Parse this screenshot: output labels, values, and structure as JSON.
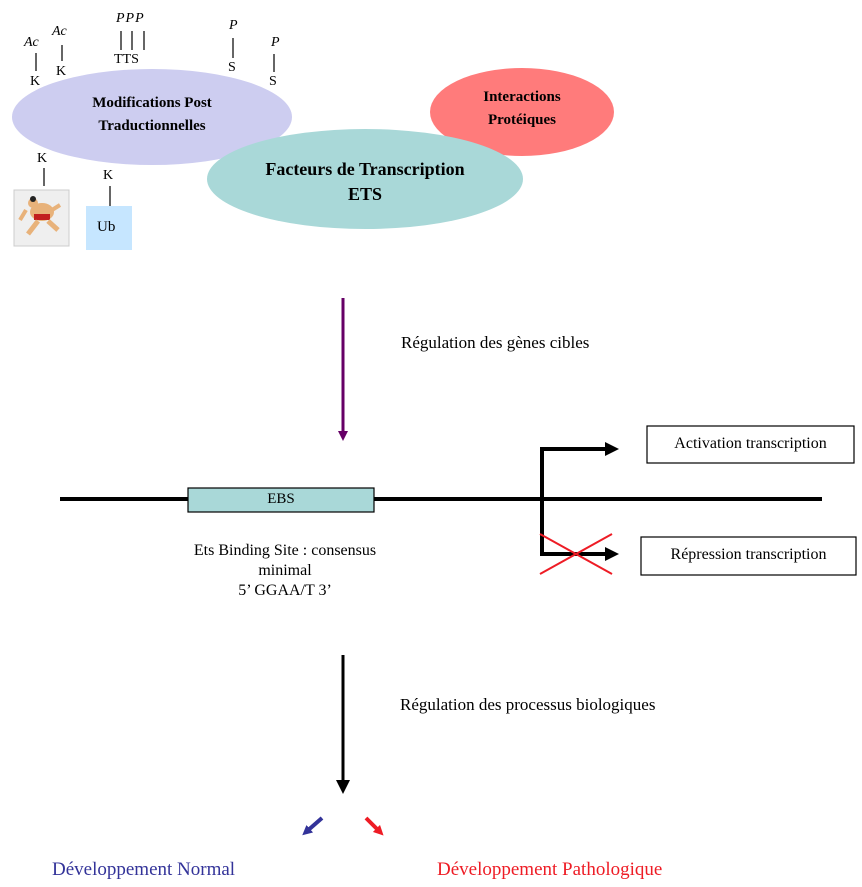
{
  "ptm": {
    "title_line1": "Modifications Post",
    "title_line2": "Traductionnelles",
    "residues": {
      "ac1_mod": "Ac",
      "ac1_res": "K",
      "ac2_mod": "Ac",
      "ac2_res": "K",
      "ppp_mod": "PPP",
      "tts_res": "TTS",
      "p1_mod": "P",
      "p1_res": "S",
      "p2_mod": "P",
      "p2_res": "S",
      "sumo_res": "K",
      "ub_res": "K",
      "ub_label": "Ub"
    }
  },
  "interactions": {
    "line1": "Interactions",
    "line2": "Protéiques"
  },
  "ets_factors": {
    "line1": "Facteurs de Transcription",
    "line2": "ETS"
  },
  "regulation_genes": "Régulation des gènes cibles",
  "ebs": {
    "box_label": "EBS",
    "caption_line1": "Ets Binding Site : consensus",
    "caption_line2": "minimal",
    "caption_line3": "5’ GGAA/T 3’"
  },
  "activation": "Activation transcription",
  "repression": "Répression transcription",
  "regulation_processes": "Régulation des processus biologiques",
  "outcomes": {
    "normal": "Développement Normal",
    "pathological": "Développement Pathologique"
  },
  "colors": {
    "ptm_ellipse": "#cdcdf0",
    "interaction_ellipse": "#ff7b7b",
    "ets_ellipse": "#a9d8d8",
    "ebs_box": "#a9d8d8",
    "ub_box": "#c6e6ff",
    "arrow_purple": "#660066",
    "arrow_blue": "#333399",
    "red": "#ee1c25",
    "normal_text": "#333399",
    "pathological_text": "#ee1c25"
  },
  "icons": {
    "sumo": "sumo-wrestler-icon"
  }
}
